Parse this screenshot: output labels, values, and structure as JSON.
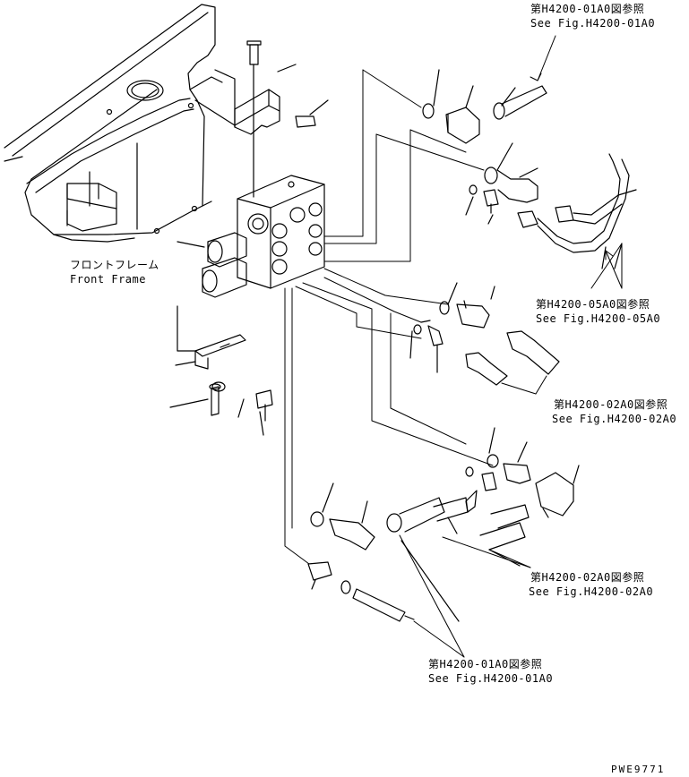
{
  "callouts": {
    "fig_01a0_top": {
      "jp": "第H4200-01A0図参照",
      "en": "See Fig.H4200-01A0"
    },
    "front_frame": {
      "jp": "フロントフレーム",
      "en": "Front Frame"
    },
    "fig_05a0": {
      "jp": "第H4200-05A0図参照",
      "en": "See Fig.H4200-05A0"
    },
    "fig_02a0_mid": {
      "jp": "第H4200-02A0図参照",
      "en": "See Fig.H4200-02A0"
    },
    "fig_02a0_low": {
      "jp": "第H4200-02A0図参照",
      "en": "See Fig.H4200-02A0"
    },
    "fig_01a0_bottom": {
      "jp": "第H4200-01A0図参照",
      "en": "See Fig.H4200-01A0"
    }
  },
  "drawing_id": "PWE9771"
}
